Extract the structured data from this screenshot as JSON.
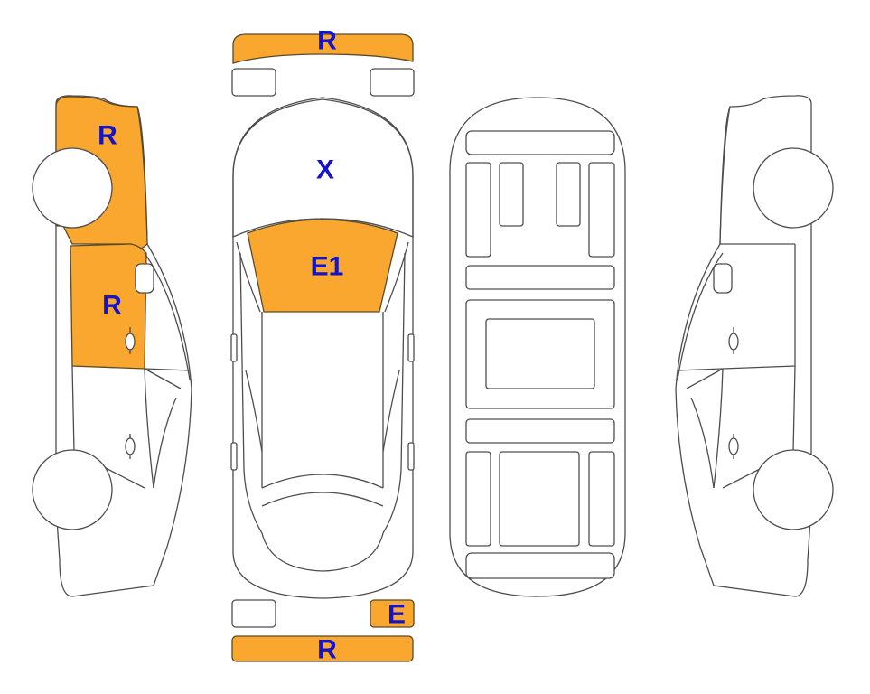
{
  "colors": {
    "damage_fill": "#FAA72F",
    "glass_fill": "#DFF5FB",
    "label_color": "#1414C8",
    "outline": "#4D4D4D"
  },
  "zones": {
    "front_bumper": {
      "code": "R"
    },
    "rear_bumper": {
      "code": "R"
    },
    "windshield": {
      "code": "X"
    },
    "hood": {
      "code": "E1"
    },
    "rear_right_light": {
      "code": "E"
    },
    "left_front_fender": {
      "code": "R"
    },
    "left_front_door": {
      "code": "R"
    }
  }
}
